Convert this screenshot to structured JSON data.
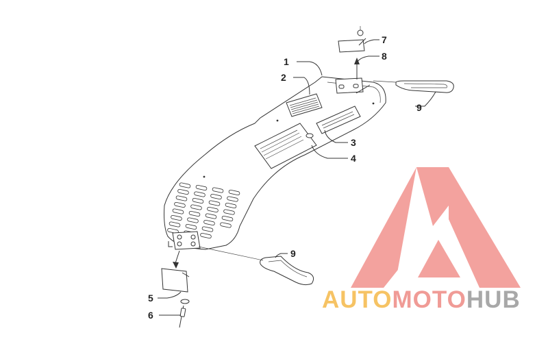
{
  "diagram": {
    "callouts": [
      {
        "id": "1",
        "text": "1"
      },
      {
        "id": "2",
        "text": "2"
      },
      {
        "id": "3",
        "text": "3"
      },
      {
        "id": "4",
        "text": "4"
      },
      {
        "id": "5",
        "text": "5"
      },
      {
        "id": "6",
        "text": "6"
      },
      {
        "id": "7",
        "text": "7"
      },
      {
        "id": "8",
        "text": "8"
      },
      {
        "id": "9a",
        "text": "9"
      },
      {
        "id": "9b",
        "text": "9"
      }
    ]
  },
  "watermark": {
    "part1": "AUTO",
    "part2": "MOTO",
    "part3": "HUB",
    "colors": {
      "auto": "#f5b94a",
      "moto": "#ee8a84",
      "hub": "#9a9a9a",
      "logo": "#ef7f7a"
    }
  }
}
